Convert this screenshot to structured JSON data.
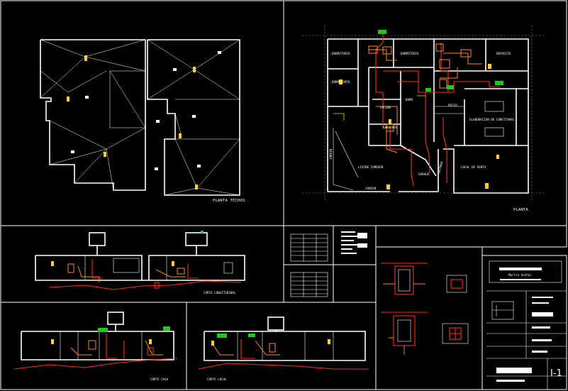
{
  "views": {
    "roof_plan_title": "PLANTA TECHOS",
    "floor_plan_title": "PLANTA",
    "section_longitudinal_title": "CORTE LONGITUDINAL",
    "section_house_title": "CORTE CASA",
    "section_shop_title": "CORTE LOCAL"
  },
  "rooms": {
    "dorm_1": "DORMITORIO",
    "dorm_2": "DORMITORIO",
    "dorm_3": "DORMITORIO",
    "deposito": "DEPOSITO",
    "cocina": "COCINA",
    "lavadero": "LAVADERO",
    "patio": "PATIO",
    "elaboracion": "ELABORACION DE CONFITURAS",
    "living": "LIVING COMEDOR",
    "garage": "GARAGE",
    "local": "LOCAL DE VENTA",
    "jardin_side": "JARDIN",
    "jardin_front": "JARDIN",
    "entrada": "ENTRADA",
    "banio": "BAÑO"
  },
  "title_block": {
    "author": "Martin Author",
    "sheet_code": "I-1"
  },
  "colors": {
    "pipe_cold": "#ff2a1a",
    "pipe_hot": "#ff8c1a",
    "tank": "#1ec81e",
    "tag": "#ffcf3a",
    "background": "#000000",
    "lines": "#ffffff"
  }
}
